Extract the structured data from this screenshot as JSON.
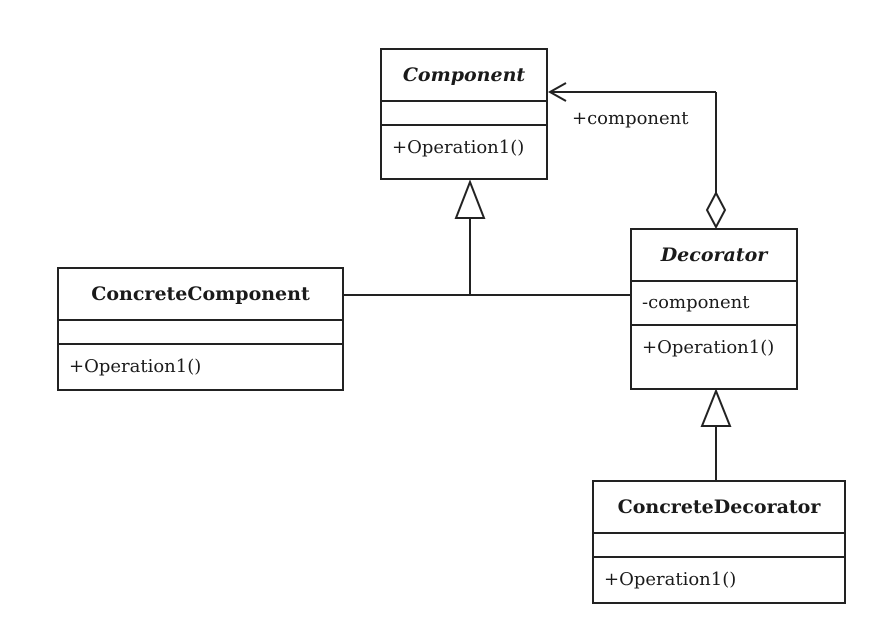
{
  "diagram": {
    "classes": {
      "component": {
        "name": "Component",
        "operation": "+Operation1()"
      },
      "concrete_component": {
        "name": "ConcreteComponent",
        "operation": "+Operation1()"
      },
      "decorator": {
        "name": "Decorator",
        "attribute": "-component",
        "operation": "+Operation1()"
      },
      "concrete_decorator": {
        "name": "ConcreteDecorator",
        "operation": "+Operation1()"
      }
    },
    "association_role": "+component"
  }
}
